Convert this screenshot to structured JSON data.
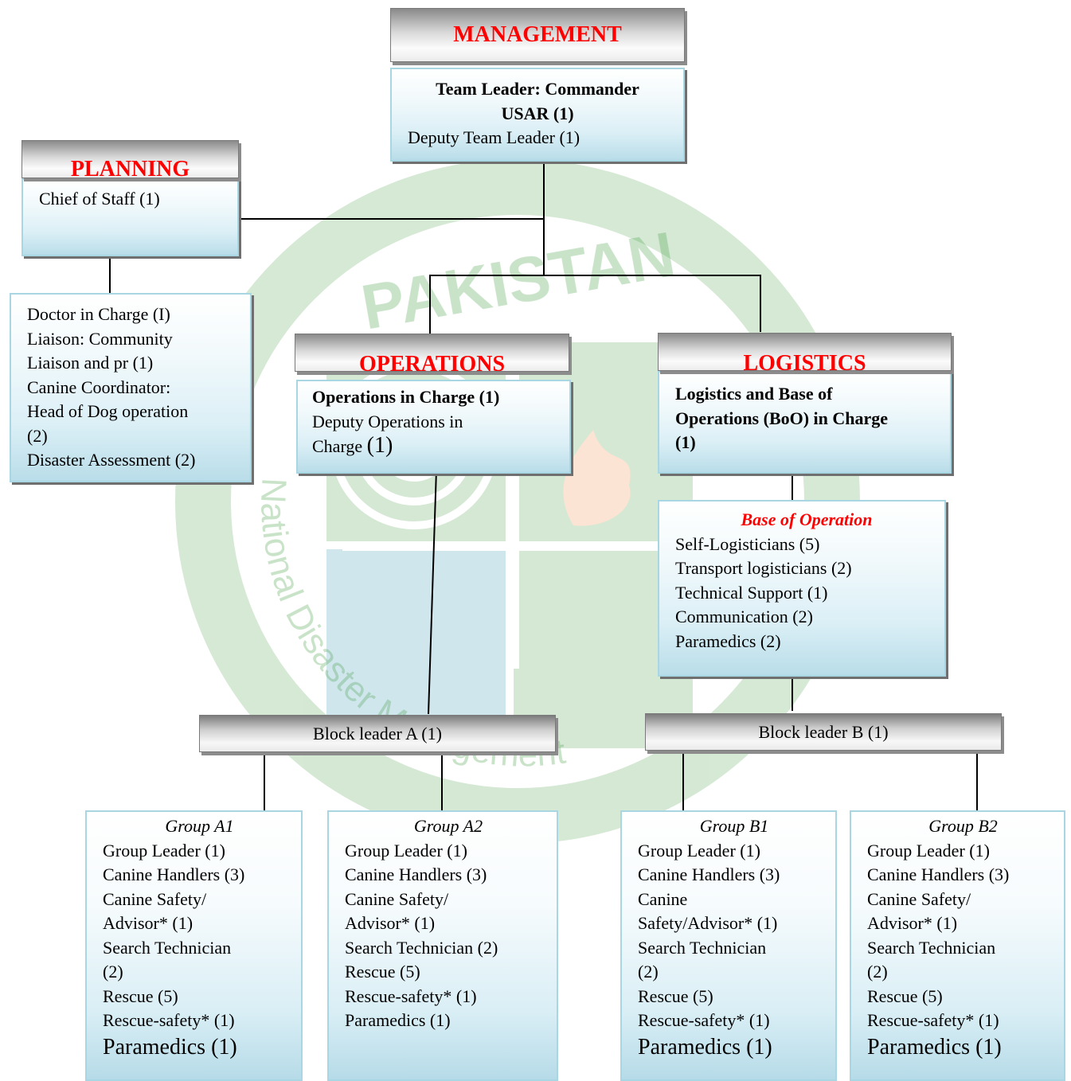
{
  "management": {
    "title": "MANAGEMENT",
    "lines": [
      "Team Leader: Commander",
      "USAR (1)",
      "Deputy Team Leader (1)"
    ]
  },
  "planning": {
    "title": "PLANNING",
    "lines": [
      "Chief of Staff (1)"
    ]
  },
  "planning_staff": {
    "lines": [
      "Doctor in Charge (I)",
      "Liaison: Community",
      "Liaison and pr (1)",
      "Canine Coordinator:",
      "Head of Dog operation",
      "(2)",
      "Disaster Assessment (2)"
    ]
  },
  "operations": {
    "title": "OPERATIONS",
    "lines": [
      "Operations in Charge (1)",
      "Deputy Operations in",
      "Charge"
    ],
    "count": "(1)"
  },
  "logistics": {
    "title": "LOGISTICS",
    "lines": [
      "Logistics and Base of",
      "Operations (BoO) in Charge",
      "(1)"
    ]
  },
  "base_of_operation": {
    "title": "Base of Operation",
    "lines": [
      "Self-Logisticians (5)",
      "Transport logisticians (2)",
      "Technical Support (1)",
      "Communication (2)",
      "Paramedics (2)"
    ]
  },
  "block_a": {
    "label": "Block leader A (1)"
  },
  "block_b": {
    "label": "Block leader B (1)"
  },
  "groups": [
    {
      "title": "Group A1",
      "lines": [
        "Group Leader (1)",
        "Canine Handlers (3)",
        "Canine Safety/",
        "Advisor* (1)",
        "Search Technician",
        "(2)",
        "Rescue (5)",
        "Rescue-safety* (1)"
      ],
      "last": "Paramedics (1)"
    },
    {
      "title": "Group A2",
      "lines": [
        "Group Leader (1)",
        "Canine Handlers (3)",
        "Canine Safety/",
        "Advisor* (1)",
        "Search Technician (2)",
        "Rescue (5)",
        "Rescue-safety* (1)",
        "Paramedics (1)"
      ],
      "last": ""
    },
    {
      "title": "Group B1",
      "lines": [
        "Group Leader (1)",
        "Canine Handlers (3)",
        "Canine",
        "Safety/Advisor* (1)",
        "Search Technician",
        "(2)",
        "Rescue (5)",
        "Rescue-safety* (1)"
      ],
      "last": "Paramedics (1)"
    },
    {
      "title": "Group B2",
      "lines": [
        "Group Leader (1)",
        "Canine Handlers (3)",
        "Canine Safety/",
        "Advisor* (1)",
        "Search Technician",
        "(2)",
        "Rescue (5)",
        "Rescue-safety* (1)"
      ],
      "last": "Paramedics (1)"
    }
  ],
  "watermark": {
    "word": "PAKISTAN",
    "arc_text": "National Disaster Management"
  },
  "colors": {
    "header_title": "#ff0000",
    "box_border": "#a9d6e3",
    "watermark_green": "#3f9a3f"
  }
}
